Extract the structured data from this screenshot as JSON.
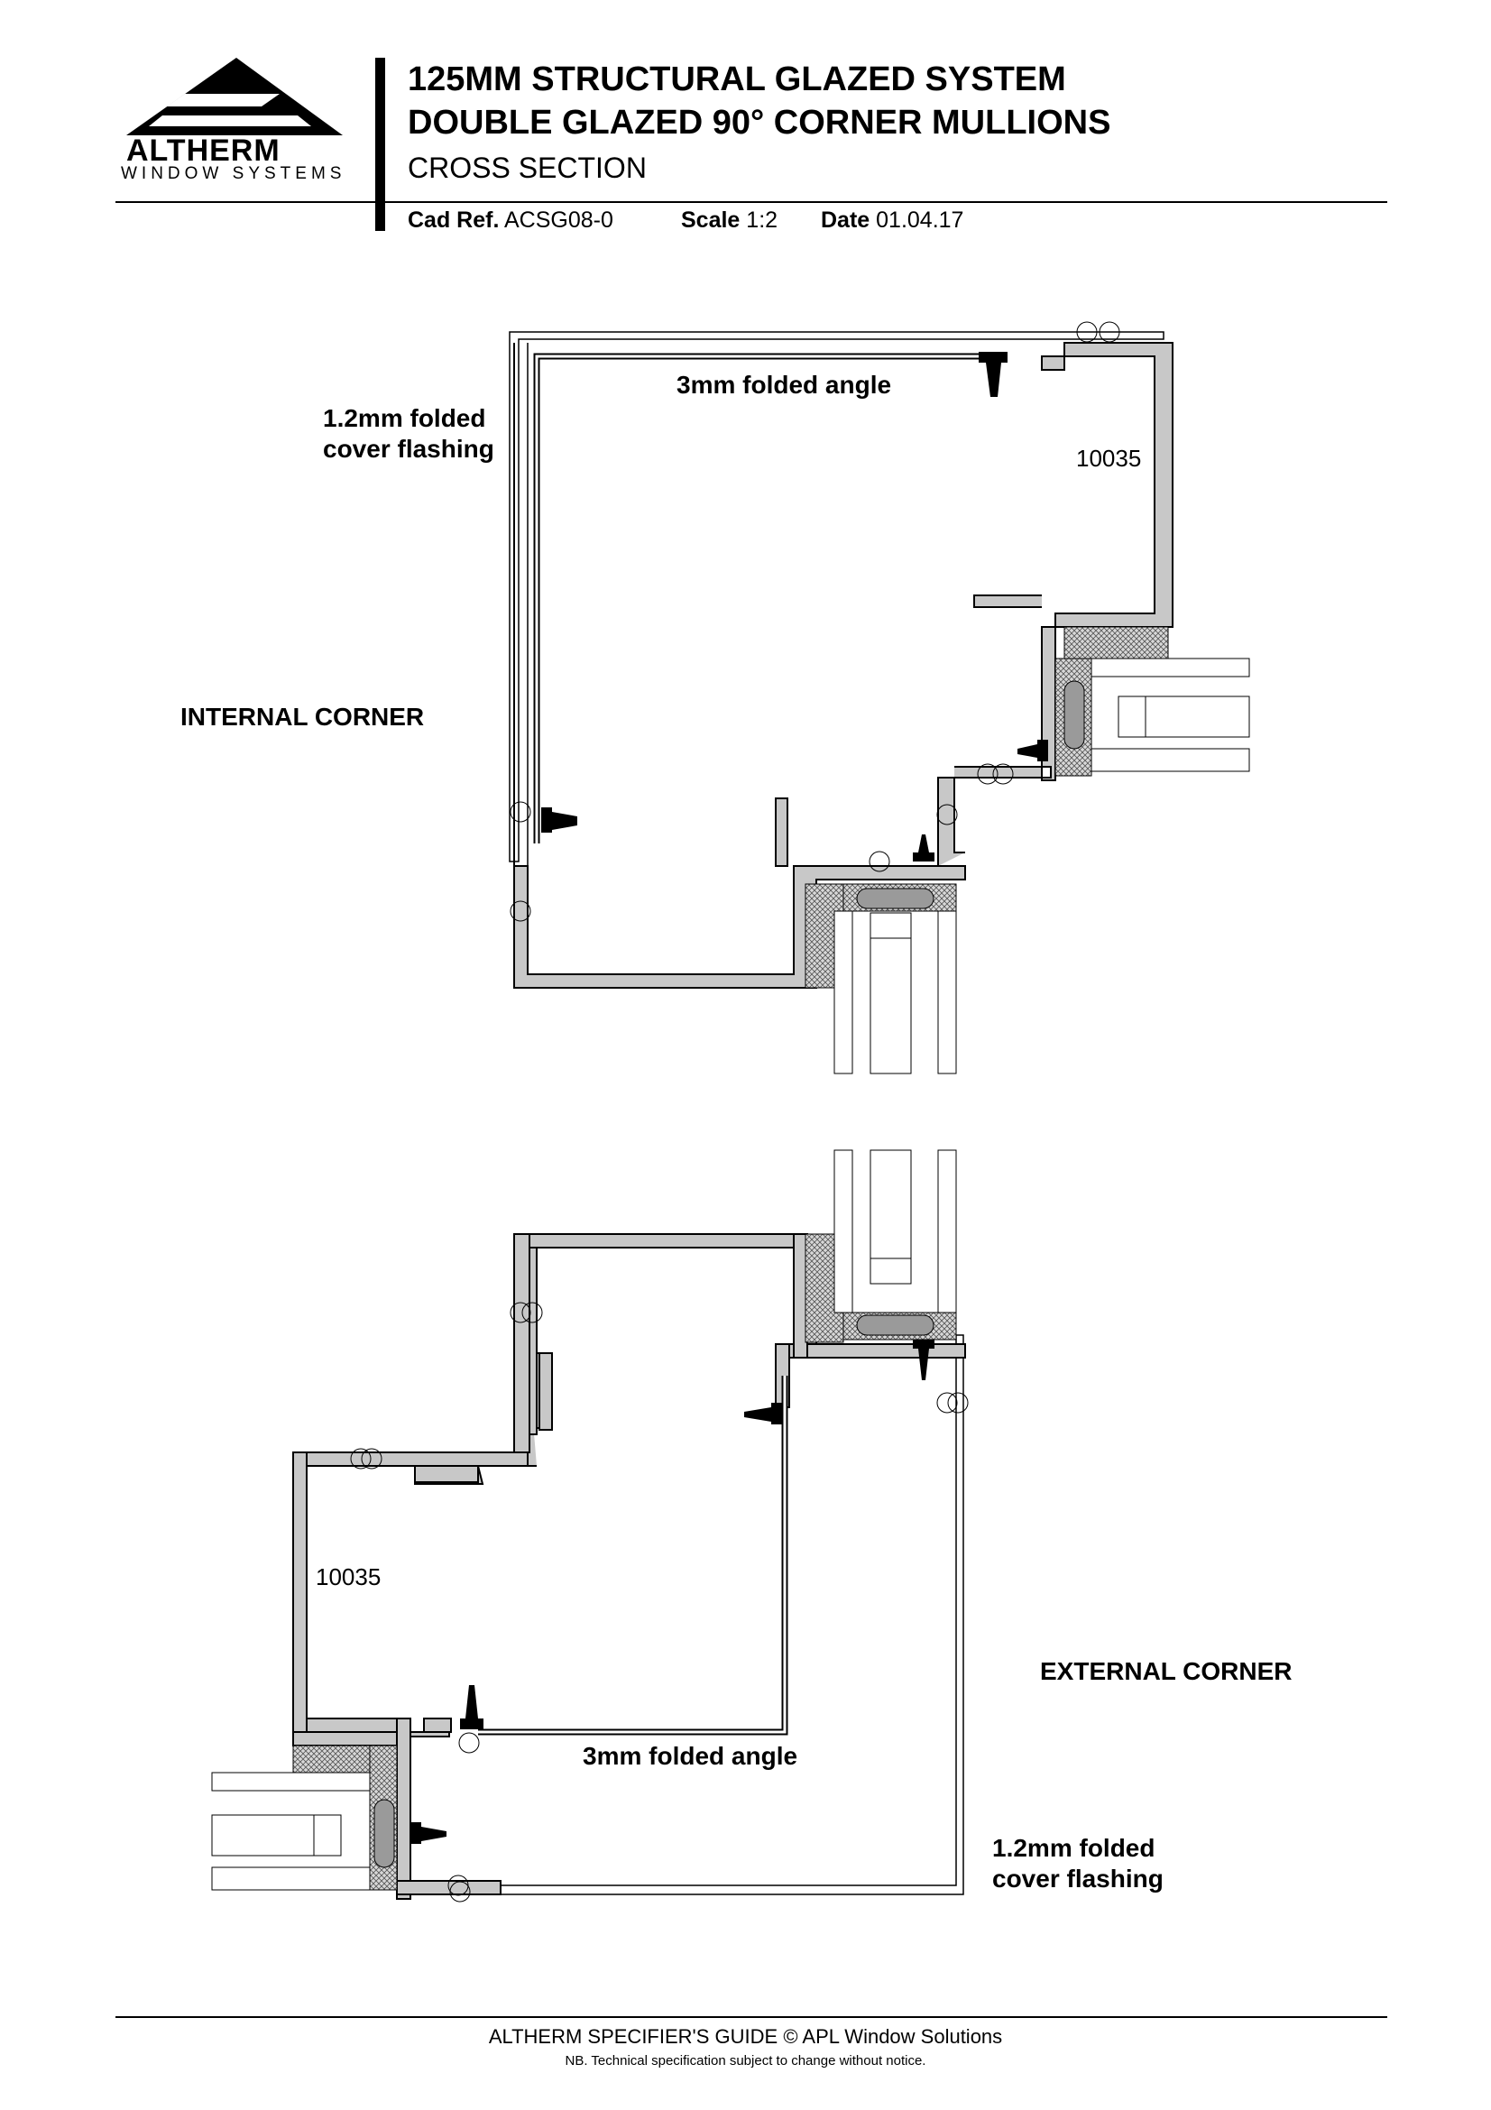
{
  "header": {
    "logo_name": "ALTHERM",
    "logo_tagline": "WINDOW SYSTEMS",
    "title_line1": "125MM STRUCTURAL GLAZED SYSTEM",
    "title_line2": "DOUBLE GLAZED 90° CORNER MULLIONS",
    "subtitle": "CROSS SECTION",
    "cad_ref_label": "Cad Ref.",
    "cad_ref_value": "ACSG08-0",
    "scale_label": "Scale",
    "scale_value": "1:2",
    "date_label": "Date",
    "date_value": "01.04.17"
  },
  "internal_corner": {
    "heading": "INTERNAL CORNER",
    "angle_label": "3mm folded angle",
    "flashing_label_line1": "1.2mm folded",
    "flashing_label_line2": "cover flashing",
    "part_number": "10035"
  },
  "external_corner": {
    "heading": "EXTERNAL CORNER",
    "angle_label": "3mm folded angle",
    "flashing_label_line1": "1.2mm folded",
    "flashing_label_line2": "cover flashing",
    "part_number": "10035"
  },
  "footer": {
    "line1": "ALTHERM SPECIFIER'S GUIDE  © APL Window Solutions",
    "line2": "NB. Technical specification subject to change without notice."
  },
  "colors": {
    "profile_fill": "#c8c8c8",
    "outline": "#000000",
    "seal_fill": "#9a9a9a"
  }
}
